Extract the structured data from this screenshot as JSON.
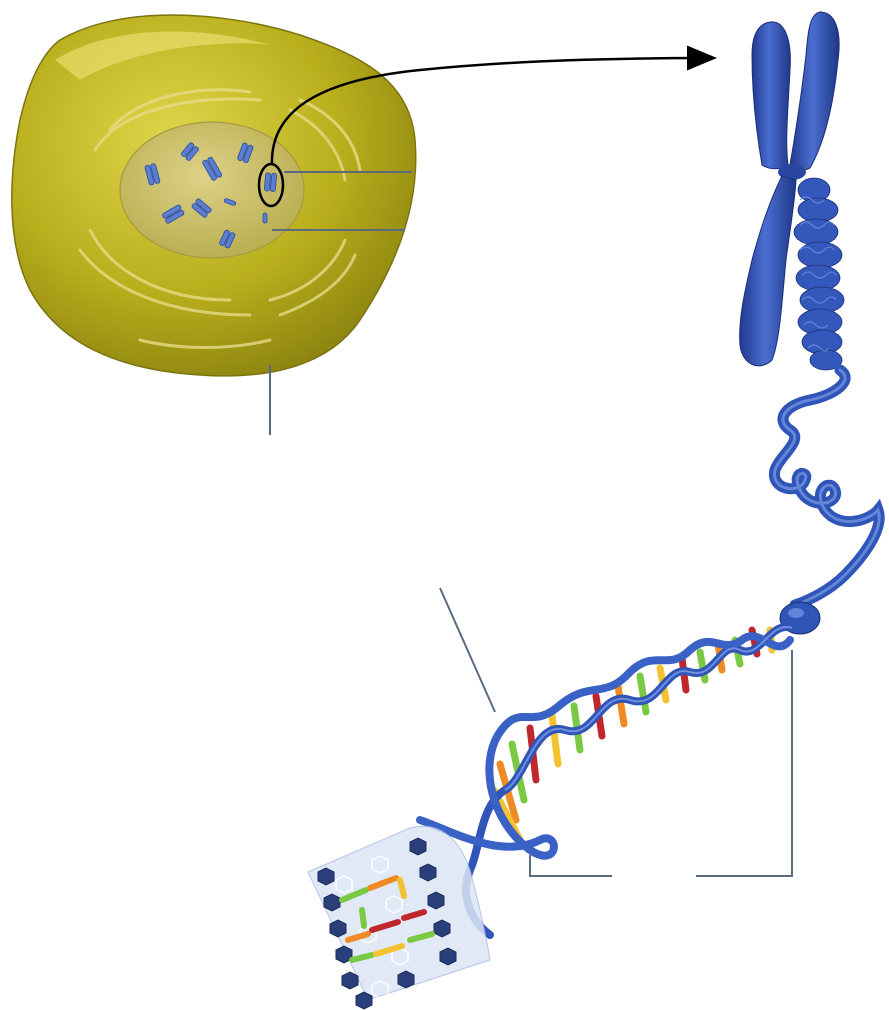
{
  "figure": {
    "labels": {
      "chromosome_in_nucleus": "",
      "nucleus": "",
      "cell": "",
      "dna_strand": "",
      "base_pair": "",
      "histone": ""
    },
    "colors": {
      "cell_fill": "#b9ae1c",
      "cell_highlight": "#d6cc3c",
      "cell_shadow": "#8c8410",
      "nucleus_fill": "#c9bd5a",
      "chromosome_blue": "#3d5fc0",
      "chromosome_dark": "#203a8f",
      "leader_line": "#5a6b80",
      "dna_backbone": "#2f55b8",
      "base_red": "#c0272d",
      "base_green": "#7ac943",
      "base_yellow": "#f2c230",
      "base_orange": "#f08a24",
      "arrow": "#000000"
    },
    "icons": [
      "animal-cell",
      "nucleus",
      "chromosome",
      "chromatin-coil",
      "dna-double-helix",
      "base-pair-ladder",
      "pointer-arrow"
    ]
  }
}
